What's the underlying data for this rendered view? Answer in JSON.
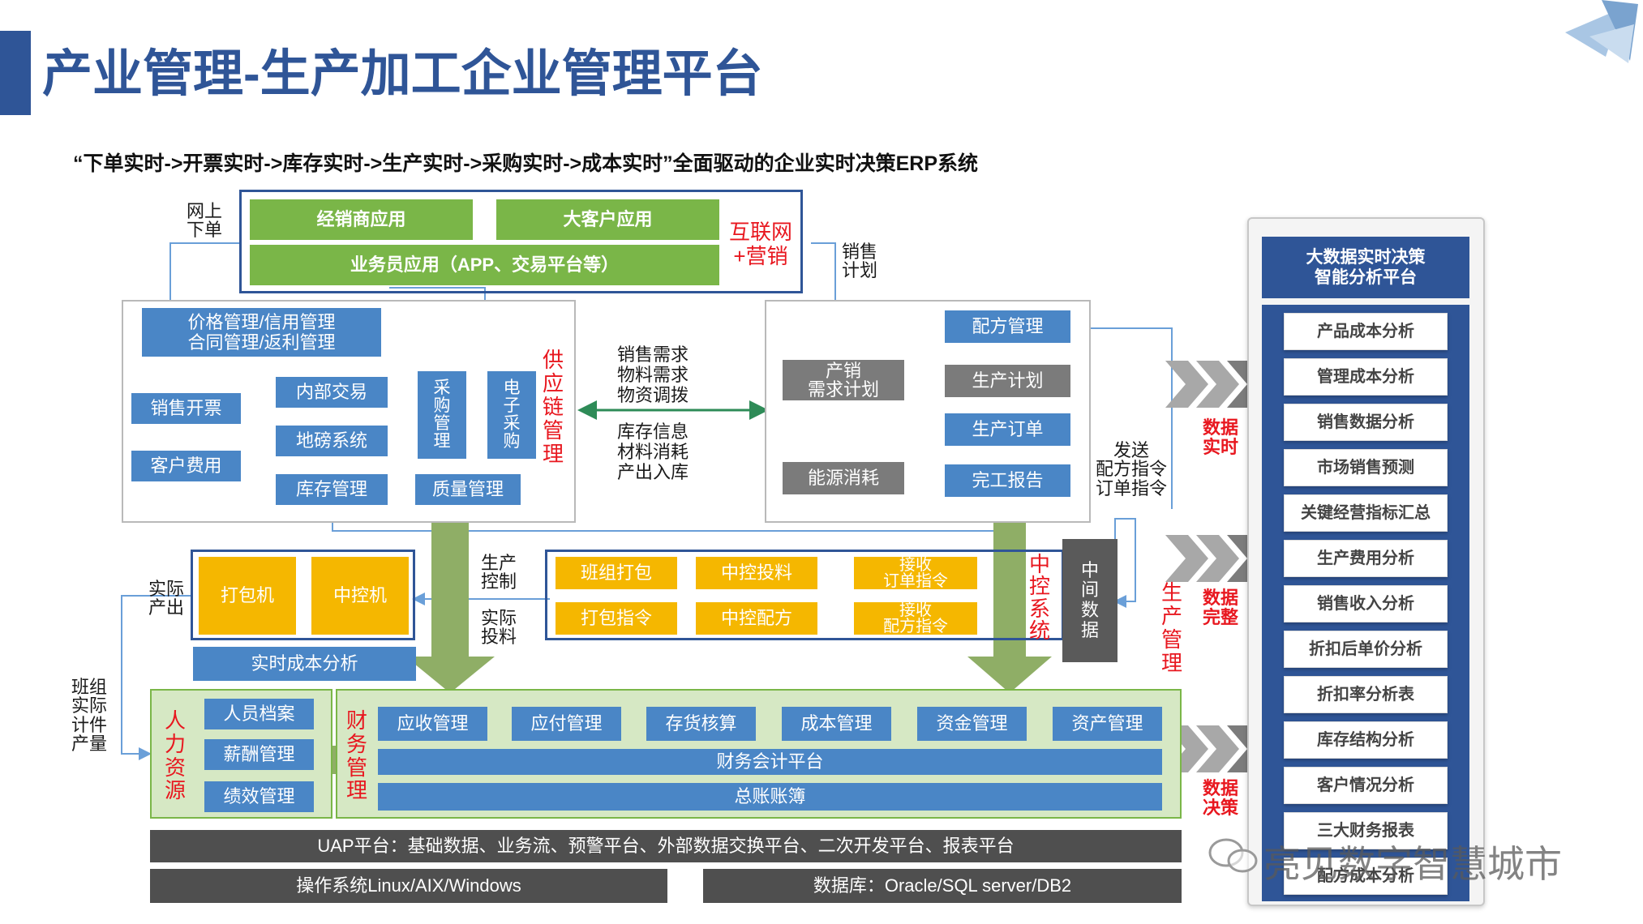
{
  "header": {
    "title": "产业管理-生产加工企业管理平台",
    "subtitle": "“下单实时->开票实时->库存实时->生产实时->采购实时->成本实时”全面驱动的企业实时决策ERP系统"
  },
  "internet": {
    "boxes": [
      "经销商应用",
      "大客户应用",
      "业务员应用（APP、交易平台等）"
    ],
    "label": "互联网\n+营销"
  },
  "supply_chain": {
    "boxes": {
      "price": "价格管理/信用管理\n合同管理/返利管理",
      "sales_invoice": "销售开票",
      "customer_fee": "客户费用",
      "internal_trade": "内部交易",
      "weighbridge": "地磅系统",
      "inventory": "库存管理",
      "quality": "质量管理",
      "purchase": "采\n购\n管\n理",
      "e_purchase": "电\n子\n采\n购"
    },
    "label": "供\n应\n链\n管\n理"
  },
  "production": {
    "boxes": {
      "formula": "配方管理",
      "demand_plan": "产销\n需求计划",
      "prod_plan": "生产计划",
      "prod_order": "生产订单",
      "energy": "能源消耗",
      "completion": "完工报告"
    },
    "label": "生\n产\n管\n理"
  },
  "central_control": {
    "boxes": {
      "team_pack": "班组打包",
      "ctrl_feed": "中控投料",
      "recv_order": "接收\n订单指令",
      "pack_cmd": "打包指令",
      "ctrl_formula": "中控配方",
      "recv_formula": "接收\n配方指令"
    },
    "label": "中\n控\n系\n统",
    "middle_data": "中\n间\n数\n据"
  },
  "machines": {
    "packer": "打包机",
    "controller": "中控机",
    "realtime_cost": "实时成本分析"
  },
  "hr": {
    "label": "人\n力\n资\n源",
    "boxes": [
      "人员档案",
      "薪酬管理",
      "绩效管理"
    ]
  },
  "finance": {
    "label": "财\n务\n管\n理",
    "boxes": [
      "应收管理",
      "应付管理",
      "存货核算",
      "成本管理",
      "资金管理",
      "资产管理"
    ],
    "platform": "财务会计平台",
    "ledger": "总账账簿"
  },
  "base": {
    "uap": "UAP平台：基础数据、业务流、预警平台、外部数据交换平台、二次开发平台、报表平台",
    "os": "操作系统Linux/AIX/Windows",
    "db": "数据库：Oracle/SQL server/DB2"
  },
  "labels": {
    "online_order": "网上\n下单",
    "sales_plan": "销售\n计划",
    "exchange_left": "销售需求\n物料需求\n物资调拨",
    "exchange_right": "库存信息\n材料消耗\n产出入库",
    "send_cmd": "发送\n配方指令\n订单指令",
    "prod_ctrl": "生产\n控制",
    "actual_feed": "实际\n投料",
    "actual_output": "实际\n产出",
    "team_output": "班组\n实际\n计件\n产量",
    "data_realtime": "数据\n实时",
    "data_complete": "数据\n完整",
    "data_decision": "数据\n决策"
  },
  "bigdata": {
    "title": "大数据实时决策\n智能分析平台",
    "items": [
      "产品成本分析",
      "管理成本分析",
      "销售数据分析",
      "市场销售预测",
      "关键经营指标汇总",
      "生产费用分析",
      "销售收入分析",
      "折扣后单价分析",
      "折扣率分析表",
      "库存结构分析",
      "客户情况分析",
      "三大财务报表",
      "配方成本分析"
    ]
  },
  "watermark": "亮见数字智慧城市",
  "colors": {
    "green": "#7ab648",
    "blue": "#4a86c6",
    "gray": "#7b7b7b",
    "yellow": "#f5b700",
    "red": "#e8171f",
    "navy": "#2f5597",
    "lightgreen": "#d6e8c4"
  }
}
